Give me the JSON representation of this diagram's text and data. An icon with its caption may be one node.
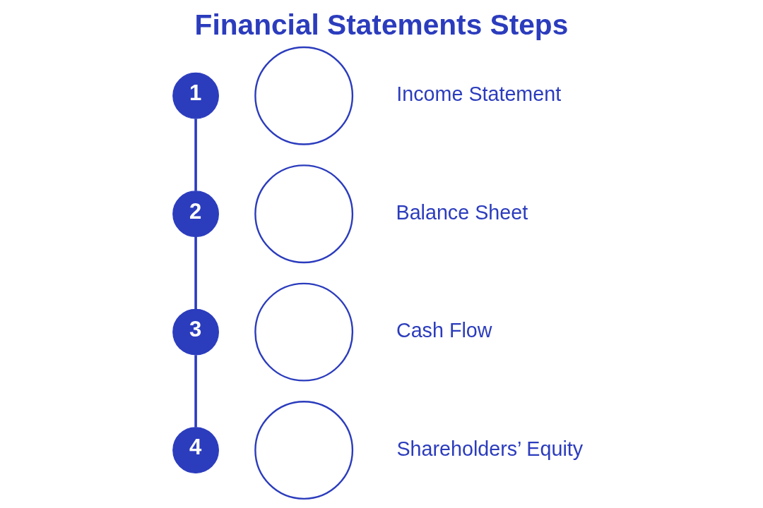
{
  "diagram": {
    "title": "Financial Statements Steps",
    "nodes": [
      {
        "text": [
          "1"
        ]
      },
      {
        "text": [],
        "shape": "circle",
        "beside": [
          "Income Statement"
        ]
      },
      {
        "text": [
          "2"
        ]
      },
      {
        "text": [],
        "shape": "circle",
        "beside": [
          "Balance Sheet"
        ]
      },
      {
        "text": [
          "3"
        ]
      },
      {
        "text": [],
        "shape": "circle",
        "beside": [
          "Cash Flow"
        ]
      },
      {
        "text": [
          "4"
        ]
      },
      {
        "text": [],
        "shape": "circle",
        "beside": [
          "Shareholders’ Equity"
        ]
      }
    ],
    "edges": [
      {
        "from": 0,
        "to": 2,
        "arrow": "none"
      },
      {
        "from": 2,
        "to": 4,
        "arrow": "none"
      },
      {
        "from": 4,
        "to": 6,
        "arrow": "none"
      }
    ]
  }
}
